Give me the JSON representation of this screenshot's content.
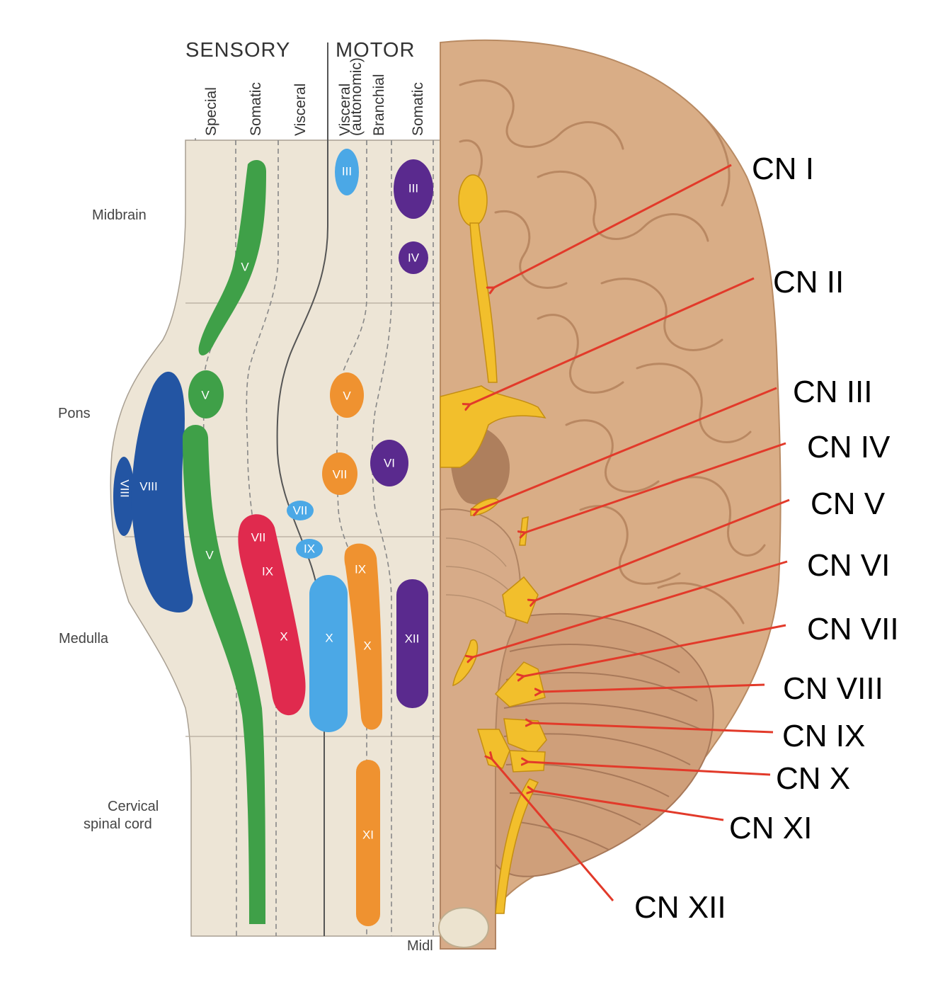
{
  "headers": {
    "sensory": "SENSORY",
    "motor": "MOTOR"
  },
  "columns": [
    {
      "id": "special",
      "label": "Special"
    },
    {
      "id": "somatic-sensory",
      "label": "Somatic"
    },
    {
      "id": "visceral-sensory",
      "label": "Visceral"
    },
    {
      "id": "visceral-motor",
      "label": "Visceral",
      "sub": "(autonomic)"
    },
    {
      "id": "branchial",
      "label": "Branchial"
    },
    {
      "id": "somatic-motor",
      "label": "Somatic"
    }
  ],
  "regions": {
    "midbrain": "Midbrain",
    "pons": "Pons",
    "medulla": "Medulla",
    "cervical_1": "Cervical",
    "cervical_2": "spinal cord"
  },
  "footer": "Midl",
  "nuclei": {
    "iii_visceral": "III",
    "iii_somatic": "III",
    "iv": "IV",
    "v_midbrain": "V",
    "v_pons": "V",
    "v_medulla": "V",
    "viii_small": "VIII",
    "viii_large": "VIII",
    "v_motor": "V",
    "vii_motor": "VII",
    "vi": "VI",
    "vii_visceral": "VII",
    "ix_visceral": "IX",
    "vii_red": "VII",
    "ix_red": "IX",
    "x_red": "X",
    "x_blue": "X",
    "ix_orange": "IX",
    "x_orange": "X",
    "xii": "XII",
    "xi": "XI"
  },
  "colors": {
    "special_sensory": "#2355a3",
    "somatic_sensory": "#3fa048",
    "visceral_sensory": "#e02a4e",
    "visceral_motor": "#4ba8e6",
    "branchial_motor": "#ef9230",
    "somatic_motor": "#5a2a8e",
    "panel": "#ede5d6",
    "nerve": "#f2bf2c",
    "brain": "#d9ad86",
    "arrow": "#e23a2a"
  },
  "cn_labels": [
    "CN I",
    "CN II",
    "CN III",
    "CN IV",
    "CN V",
    "CN VI",
    "CN VII",
    "CN VIII",
    "CN IX",
    "CN X",
    "CN XI",
    "CN XII"
  ]
}
